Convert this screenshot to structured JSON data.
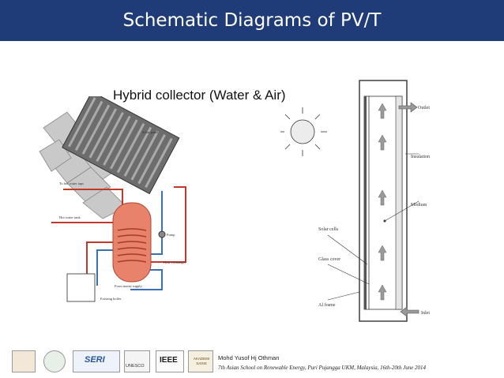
{
  "header": {
    "title": "Schematic Diagrams of PV/T"
  },
  "subtitle": "Hybrid collector (Water & Air)",
  "left_diagram": {
    "labels": {
      "solar_panel": "Solar panel",
      "to_hot_water_taps": "To hot water taps",
      "hot_water_tank": "Hot water tank",
      "pump": "Pump",
      "heat_exchanger": "Heat exchanger",
      "from_mains_supply": "From mains supply",
      "existing_boiler": "Existing boiler"
    }
  },
  "right_diagram": {
    "labels": {
      "outlet": "Outlet",
      "insulation": "Insulation",
      "medium": "Medium",
      "solar_cells": "Solar cells",
      "glass_cover": "Glass cover",
      "al_frame": "Al frame",
      "inlet": "Inlet"
    }
  },
  "footer": {
    "author": "Mohd Yusof Hj Othman",
    "conference": "7th Asian School on Renewable Energy, Puri Pujangga UKM, Malaysia, 16th-20th June 2014",
    "logos": [
      "IEEE",
      "SERI",
      "UNESCO",
      "AKADEMI SAINS"
    ]
  },
  "colors": {
    "banner": "#1f3c78",
    "hot_pipe": "#c0392b",
    "cold_pipe": "#3b6fb6",
    "tank": "#e8826a"
  }
}
